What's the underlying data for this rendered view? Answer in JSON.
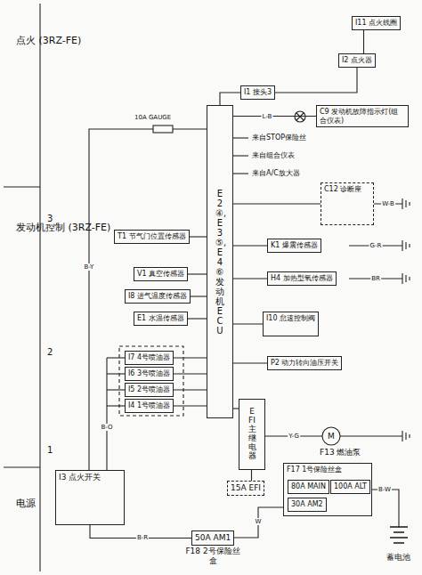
{
  "diagram": {
    "nodes": [
      {
        "text": [
          "50A AM1",
          "F18 2号保险丝盒"
        ]
      },
      {
        "text": [
          "I3 点火开关"
        ]
      },
      {
        "text": [
          "15A EFI"
        ]
      },
      {
        "text": [
          "F17 1号保险丝盒"
        ]
      },
      {
        "text": [
          "80A MAIN"
        ],
        "in": 3
      },
      {
        "text": [
          "30A AM2"
        ],
        "in": 3
      },
      {
        "text": [
          "100A ALT"
        ],
        "in": 3
      },
      {
        "text": [
          "EFI主继电器"
        ]
      },
      {
        "text": [
          "I4 1号喷油器"
        ]
      },
      {
        "text": [
          "I5 2号喷油器"
        ]
      },
      {
        "text": [
          "I6 3号喷油器"
        ]
      },
      {
        "text": [
          "I7 4号喷油器"
        ]
      },
      {
        "text": [
          "T1 节气门位置传感器"
        ]
      },
      {
        "text": [
          "V1 真空传感器"
        ]
      },
      {
        "text": [
          "I8 进气温度传感器"
        ]
      },
      {
        "text": [
          "E1 水温传感器"
        ]
      },
      {
        "text": [
          "E2④, E3⑤, E4⑥发动机 ECU"
        ]
      },
      {
        "text": [
          "C9 发动机故障指示灯(组合仪表)"
        ]
      },
      {
        "text": [
          "C12 诊断座"
        ]
      },
      {
        "text": [
          "K1 爆震传感器"
        ]
      },
      {
        "text": [
          "H4 加热型氧传感器"
        ]
      },
      {
        "text": [
          "I10 怠速控制阀"
        ]
      },
      {
        "text": [
          "P2 动力转向油压开关"
        ]
      },
      {
        "text": [
          "I1 接头3"
        ]
      },
      {
        "text": [
          "I2 点火器"
        ]
      },
      {
        "text": [
          "I11 点火线圈"
        ]
      }
    ],
    "edges": [
      {
        "from": 0,
        "to": 1,
        "arrow": "none"
      },
      {
        "from": 2,
        "to": 7,
        "arrow": "none"
      },
      {
        "from": 7,
        "to": 16,
        "arrow": "none"
      },
      {
        "from": 8,
        "to": 16,
        "arrow": "none"
      },
      {
        "from": 9,
        "to": 16,
        "arrow": "none"
      },
      {
        "from": 10,
        "to": 16,
        "arrow": "none"
      },
      {
        "from": 11,
        "to": 16,
        "arrow": "none"
      },
      {
        "from": 12,
        "to": 16,
        "arrow": "none"
      },
      {
        "from": 13,
        "to": 16,
        "arrow": "none"
      },
      {
        "from": 14,
        "to": 16,
        "arrow": "none"
      },
      {
        "from": 15,
        "to": 16,
        "arrow": "none"
      },
      {
        "from": 16,
        "to": 17,
        "arrow": "none"
      },
      {
        "from": 16,
        "to": 18,
        "arrow": "none"
      },
      {
        "from": 16,
        "to": 19,
        "arrow": "none"
      },
      {
        "from": 16,
        "to": 20,
        "arrow": "none"
      },
      {
        "from": 16,
        "to": 21,
        "arrow": "none"
      },
      {
        "from": 16,
        "to": 22,
        "arrow": "none"
      },
      {
        "from": 16,
        "to": 23,
        "arrow": "none"
      },
      {
        "from": 23,
        "to": 24,
        "arrow": "none"
      },
      {
        "from": 24,
        "to": 25,
        "arrow": "none"
      }
    ],
    "labels": [
      "电源",
      "发动机控制 (3RZ-FE)",
      "点火 (3RZ-FE)",
      "3",
      "2",
      "1",
      "蓄电池",
      "M",
      "F13 燃油泵",
      "来自STOP保险丝",
      "来自组合仪表",
      "来自A/C放大器",
      "10A GAUGE",
      "B-R",
      "W",
      "B-W",
      "B-O",
      "B-Y",
      "L-B",
      "Y-G",
      "W-B",
      "G-R",
      "BR"
    ]
  }
}
